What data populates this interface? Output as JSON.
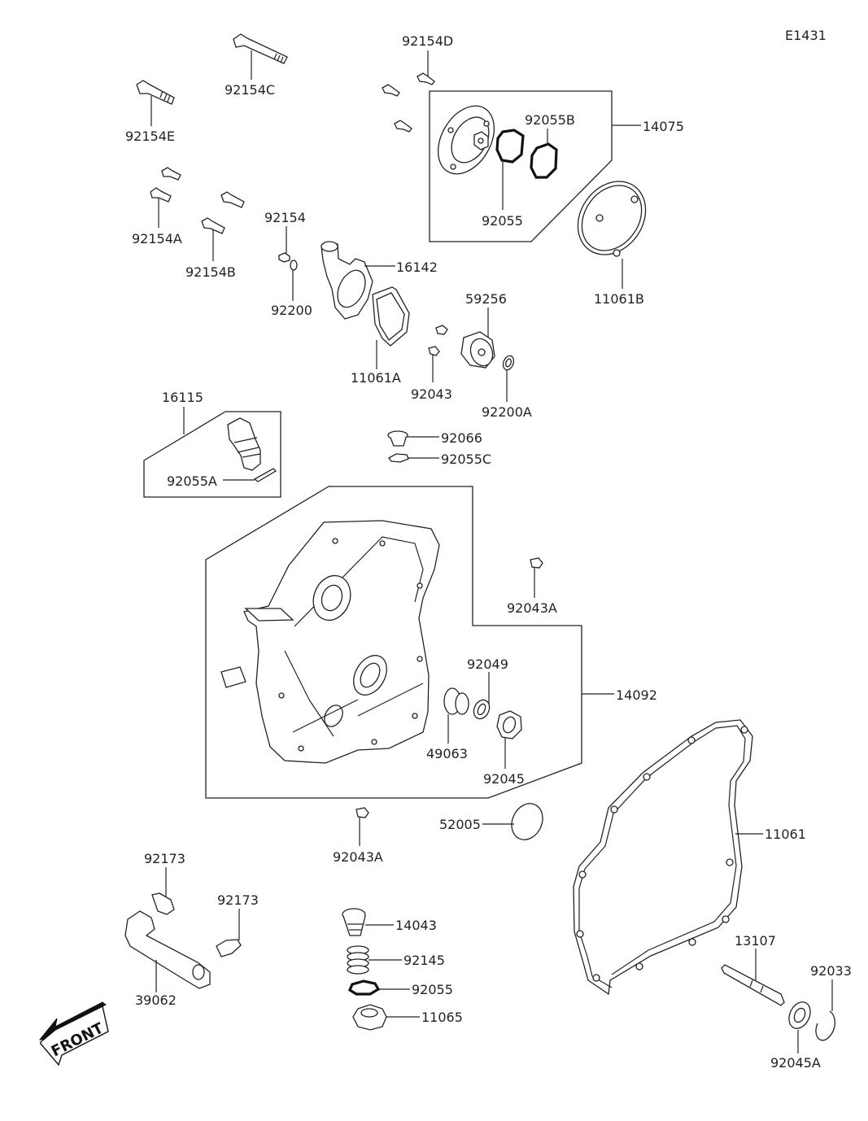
{
  "diagram_id": "E1431",
  "front_marker": "FRONT",
  "callouts": {
    "p92154D": "92154D",
    "p92154C": "92154C",
    "p92154E": "92154E",
    "p14075": "14075",
    "p92055B": "92055B",
    "p92055_top": "92055",
    "p92154A": "92154A",
    "p92154B": "92154B",
    "p92154": "92154",
    "p92200": "92200",
    "p16142": "16142",
    "p11061B": "11061B",
    "p59256": "59256",
    "p11061A": "11061A",
    "p92043": "92043",
    "p92200A": "92200A",
    "p16115": "16115",
    "p92055A": "92055A",
    "p92066": "92066",
    "p92055C": "92055C",
    "p92043A_top": "92043A",
    "p92049": "92049",
    "p14092": "14092",
    "p49063": "49063",
    "p92045": "92045",
    "p52005": "52005",
    "p92043A_bottom": "92043A",
    "p11061": "11061",
    "p92173_left": "92173",
    "p92173_right": "92173",
    "p14043": "14043",
    "p92145": "92145",
    "p92055_bottom": "92055",
    "p11065": "11065",
    "p39062": "39062",
    "p13107": "13107",
    "p92033": "92033",
    "p92045A": "92045A"
  }
}
